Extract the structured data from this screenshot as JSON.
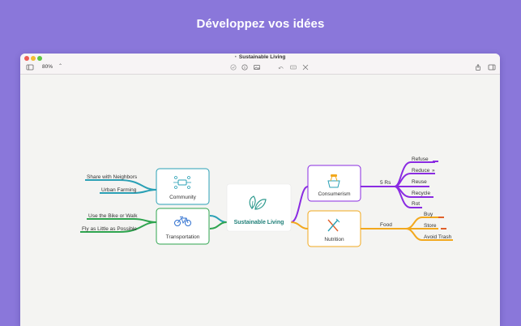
{
  "headline": "Développez vos idées",
  "window": {
    "title": "Sustainable Living",
    "zoom": "80%",
    "toolbar_icons": [
      "sidebar-icon",
      "zoom-stepper-icon",
      "check-circle-icon",
      "info-circle-icon",
      "image-icon",
      "undo-icon",
      "keyboard-icon",
      "focus-icon",
      "share-icon",
      "inspector-icon"
    ]
  },
  "mindmap": {
    "center": {
      "label": "Sustainable Living",
      "icon": "leaf-icon",
      "color": "#2e9a8e"
    },
    "branches": [
      {
        "label": "Community",
        "icon": "network-icon",
        "color": "#2aa0b5",
        "children": [
          "Share with Neighbors",
          "Urban Farming"
        ]
      },
      {
        "label": "Transportation",
        "icon": "bicycle-icon",
        "color": "#2ea44f",
        "children": [
          "Use the Bike or Walk",
          "Fly as Little as Possible"
        ]
      },
      {
        "label": "Consumerism",
        "icon": "basket-icon",
        "color": "#8a2be2",
        "sub_label": "5 Rs",
        "children": [
          "Refuse",
          "Reduce",
          "Reuse",
          "Recycle",
          "Rot"
        ]
      },
      {
        "label": "Nutrition",
        "icon": "utensils-icon",
        "color": "#f2a81d",
        "sub_label": "Food",
        "children": [
          "Buy",
          "Store",
          "Avoid Trash"
        ]
      }
    ]
  }
}
